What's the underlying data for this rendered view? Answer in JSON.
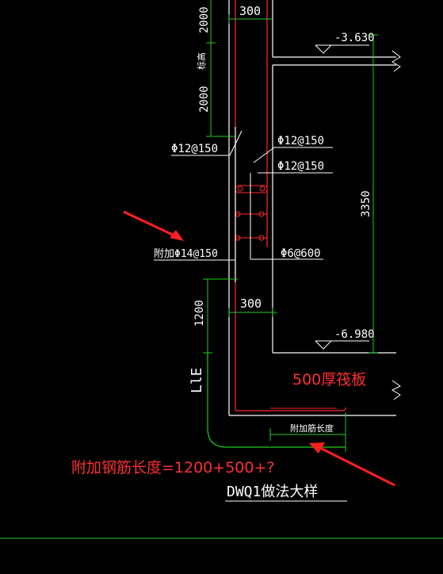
{
  "drawing": {
    "title": "DWQ1做法大样",
    "dims": {
      "top_width": "300",
      "mid_width": "300",
      "vertical_top_1": "2000",
      "vertical_top_2": "2000",
      "vertical_1200": "1200",
      "lle": "LlE",
      "height_3350": "3350",
      "rotated_label": "标高"
    },
    "elevations": {
      "upper": "-3.630",
      "lower": "-6.980"
    },
    "rebar": {
      "left_vertical": "Φ12@150",
      "right_vertical": "Φ12@150",
      "right_horizontal": "Φ12@150",
      "additional": "附加Φ14@150",
      "tie": "Φ6@600",
      "extra_length_label": "附加筋长度"
    },
    "notes": {
      "raft": "500厚筏板",
      "formula": "附加钢筋长度=1200+500+?"
    },
    "colors": {
      "background": "#000000",
      "line_white": "#ffffff",
      "line_green": "#22cc22",
      "line_red": "#ff2a2a",
      "annotation_red": "#ff3030"
    }
  }
}
